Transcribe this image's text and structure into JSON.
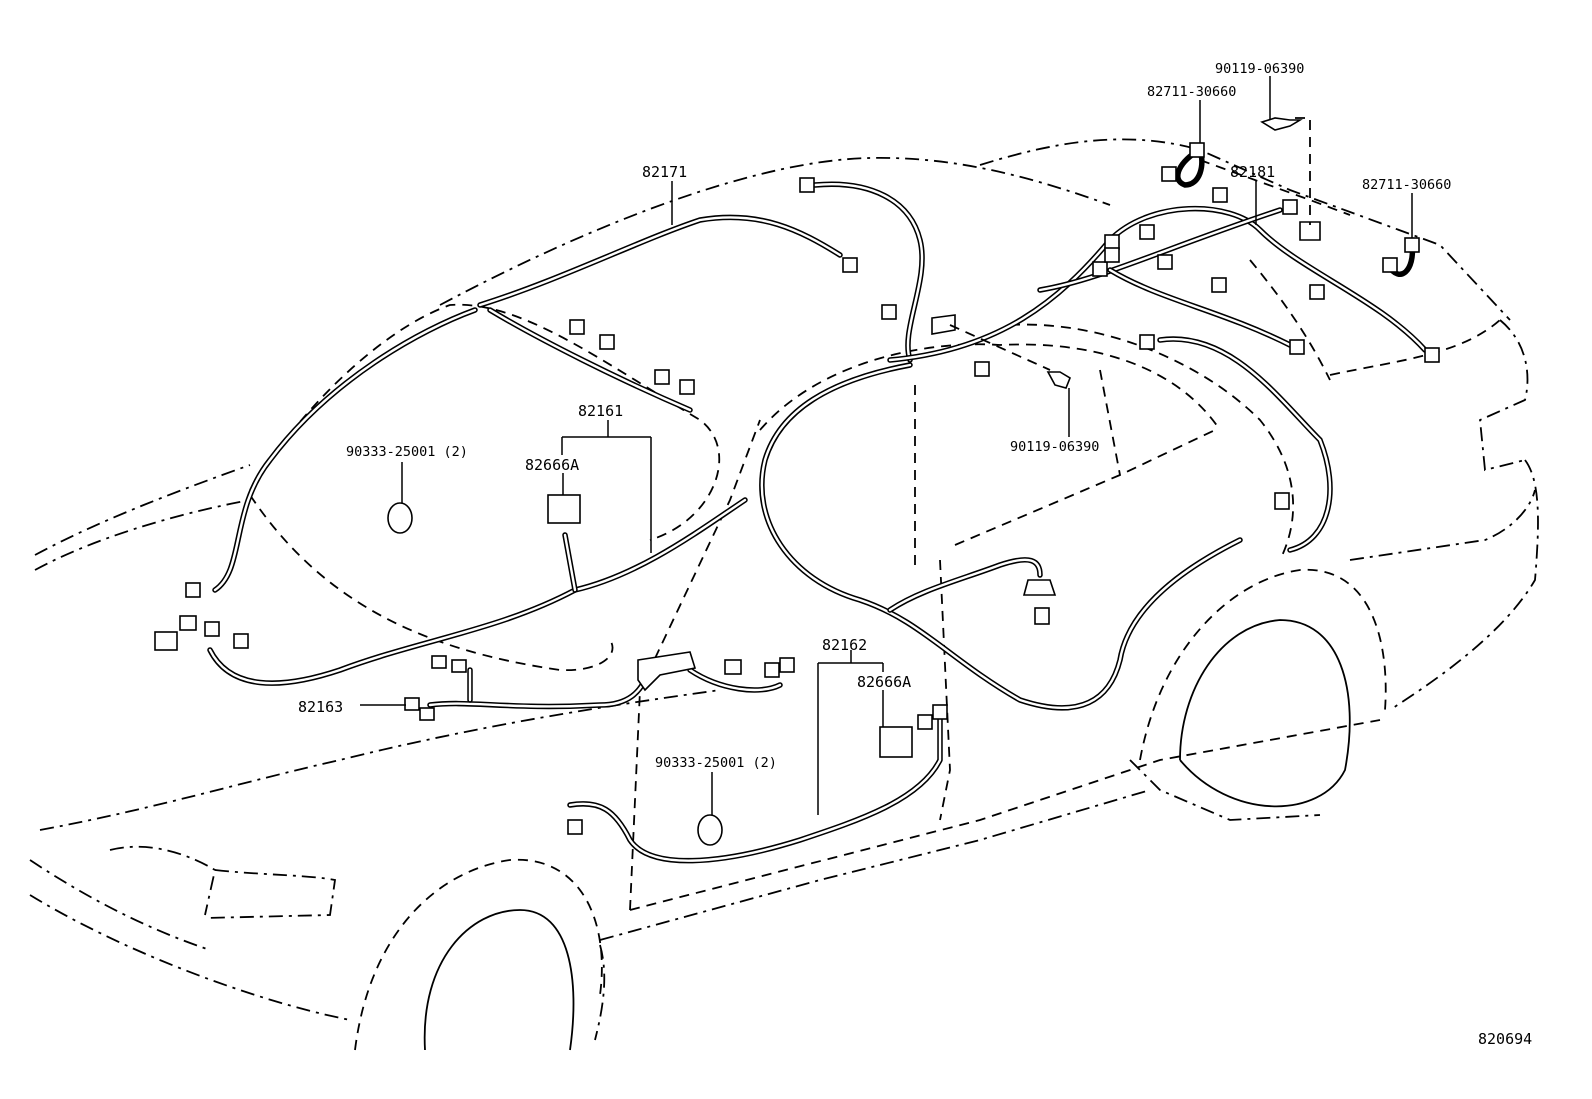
{
  "diagram": {
    "catalog_number": "820694",
    "labels": {
      "roof_harness": "82171",
      "floor_harness_lh": "82161",
      "floor_harness_rh": "82162",
      "cowl_harness": "82163",
      "luggage_harness": "82181",
      "junction_block_lh": "82666A",
      "junction_block_rh": "82666A",
      "hole_plug_front": "90333-25001 (2)",
      "hole_plug_rear": "90333-25001 (2)",
      "screw_top": "90119-06390",
      "screw_mid": "90119-06390",
      "clamp_left": "82711-30660",
      "clamp_right": "82711-30660"
    }
  }
}
